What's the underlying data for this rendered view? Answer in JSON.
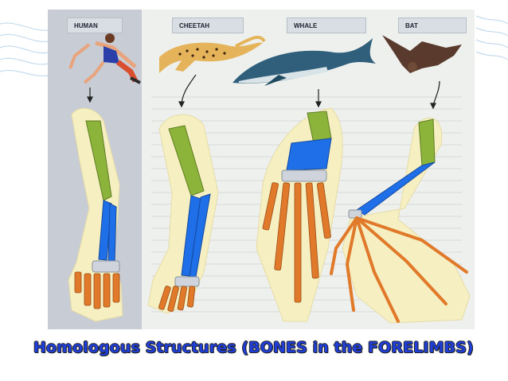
{
  "labels": {
    "human": "HUMAN",
    "cheetah": "CHEETAH",
    "whale": "WHALE",
    "bat": "BAT"
  },
  "caption": "Homologous Structures (BONES in the FORELIMBS)",
  "colors": {
    "humerus": "#8cb43a",
    "radius_ulna": "#1f6fe8",
    "carpals": "#cfd4dc",
    "phalanges": "#e07a2a",
    "limb_outline": "#f6efc2",
    "caption": "#1f3fd8"
  }
}
